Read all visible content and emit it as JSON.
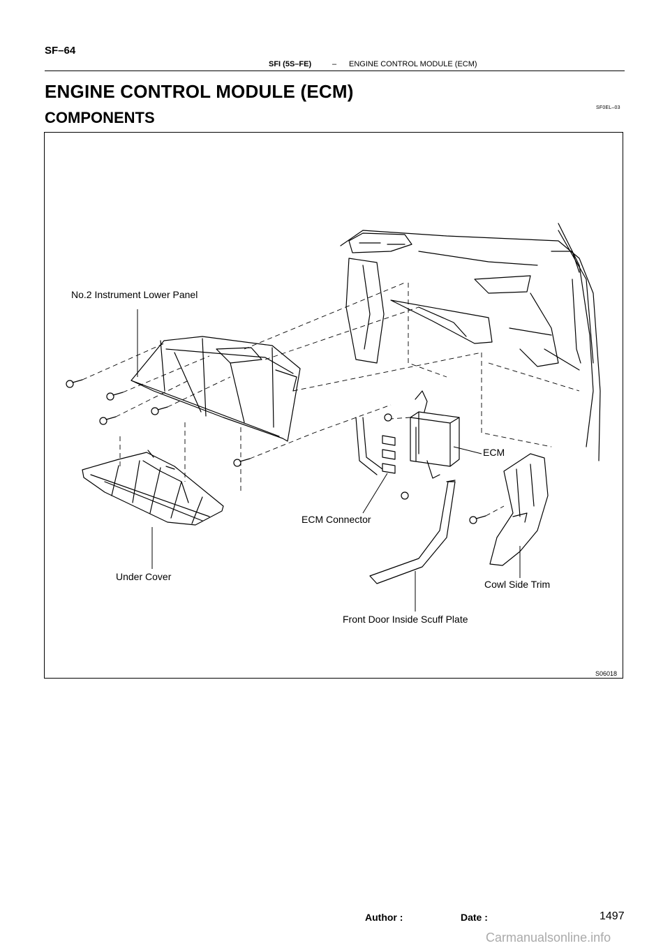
{
  "header": {
    "page_number": "SF–64",
    "section": "SFI (5S–FE)",
    "separator": "–",
    "topic": "ENGINE CONTROL MODULE (ECM)"
  },
  "title": "ENGINE CONTROL MODULE (ECM)",
  "doc_code": "SF0EL–03",
  "section_heading": "COMPONENTS",
  "figure": {
    "code": "S06018",
    "callouts": {
      "instrument_panel": "No.2 Instrument Lower Panel",
      "ecm": "ECM",
      "ecm_connector": "ECM Connector",
      "under_cover": "Under Cover",
      "cowl_side_trim": "Cowl Side Trim",
      "scuff_plate": "Front Door Inside Scuff Plate"
    }
  },
  "footer": {
    "author_label": "Author :",
    "date_label": "Date :",
    "page": "1497",
    "watermark": "Carmanualsonline.info"
  }
}
